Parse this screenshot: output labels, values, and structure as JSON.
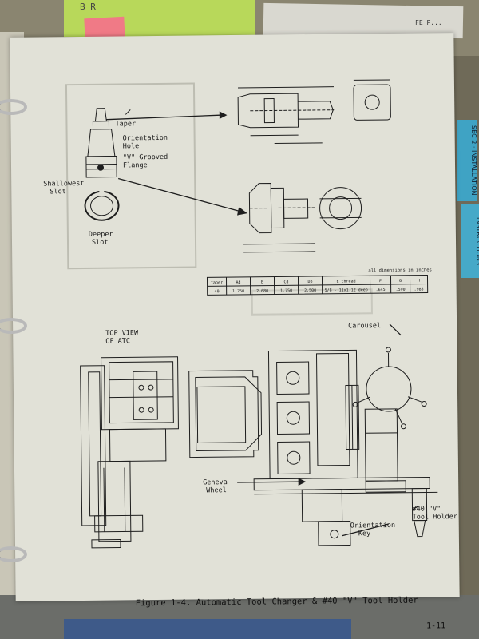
{
  "folder": {
    "corner_text": "B  R"
  },
  "back_doc": {
    "text": "FE P..."
  },
  "tabs": [
    {
      "prefix": "SEC 2",
      "label": "INSTALLATION"
    },
    {
      "label": "INSTRUCTIONS"
    }
  ],
  "holder_labels": {
    "taper": "Taper",
    "orientation_hole": "Orientation\nHole",
    "v_flange": "\"V\" Grooved\nFlange",
    "shallowest_slot": "Shallowest\nSlot",
    "deeper_slot": "Deeper\nSlot"
  },
  "dims_note": "all dimensions in inches",
  "spec_table": {
    "headers": [
      "taper",
      "Ad",
      "B",
      "Cd",
      "Dp",
      "E thread",
      "F",
      "G",
      "H"
    ],
    "row": [
      "40",
      "1.750",
      "2.680",
      "1.750",
      "2.500",
      "5/8 - 11x1.12 deep",
      ".645",
      ".590",
      ".985"
    ]
  },
  "top_view_label": "TOP VIEW\nOF ATC",
  "atc_labels": {
    "carousel": "Carousel",
    "geneva_wheel": "Geneva\nWheel",
    "orientation_key": "Orientation\nKey",
    "tool_holder": "#40 \"V\"\nTool Holder"
  },
  "caption": "Figure 1-4.  Automatic Tool Changer & #40 \"V\" Tool Holder",
  "page_number": "1-11"
}
